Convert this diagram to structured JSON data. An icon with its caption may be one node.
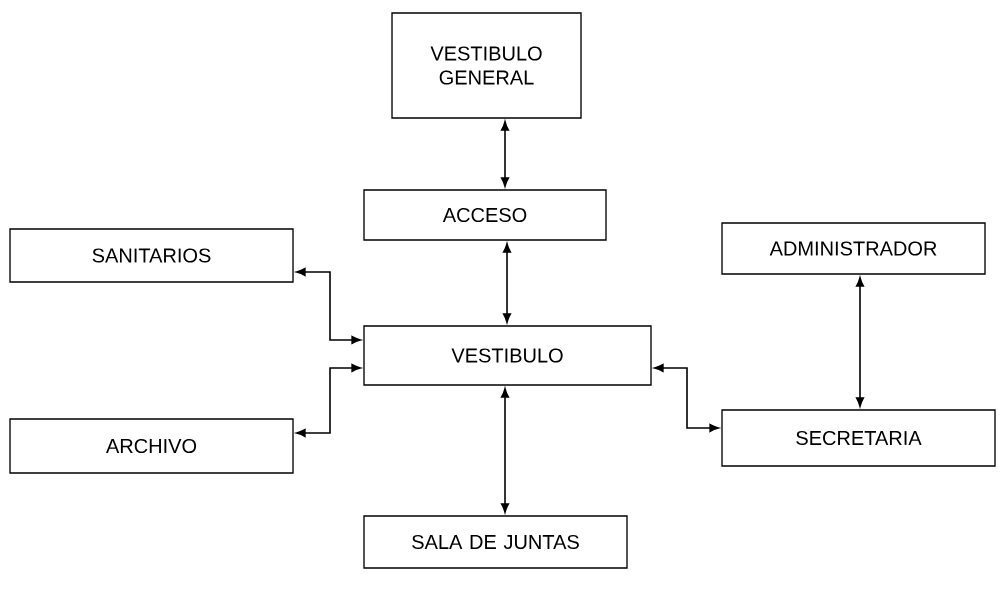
{
  "diagram": {
    "nodes": [
      {
        "text": [
          "VESTIBULO GENERAL"
        ]
      },
      {
        "text": [
          "ACCESO"
        ]
      },
      {
        "text": [
          "SANITARIOS"
        ]
      },
      {
        "text": [
          "ADMINISTRADOR"
        ]
      },
      {
        "text": [
          "VESTIBULO"
        ]
      },
      {
        "text": [
          "ARCHIVO"
        ]
      },
      {
        "text": [
          "SECRETARIA"
        ]
      },
      {
        "text": [
          "SALA DE JUNTAS"
        ]
      }
    ],
    "edges": [
      {
        "from": 0,
        "to": 1,
        "arrow": "both"
      },
      {
        "from": 1,
        "to": 4,
        "arrow": "both"
      },
      {
        "from": 2,
        "to": 4,
        "arrow": "both"
      },
      {
        "from": 5,
        "to": 4,
        "arrow": "both"
      },
      {
        "from": 3,
        "to": 6,
        "arrow": "both"
      },
      {
        "from": 4,
        "to": 6,
        "arrow": "both"
      },
      {
        "from": 4,
        "to": 7,
        "arrow": "both"
      }
    ]
  }
}
